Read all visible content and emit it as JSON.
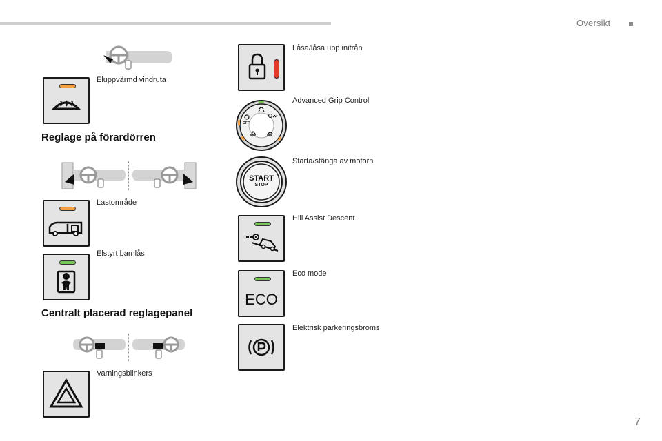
{
  "header": {
    "title": "Översikt"
  },
  "items": {
    "defrost": "Eluppvärmd vindruta",
    "lock": "Låsa/låsa upp inifrån",
    "grip": "Advanced Grip Control",
    "start": "Starta/stänga av motorn",
    "cargo": "Lastområde",
    "hill": "Hill Assist Descent",
    "child_lock": "Elstyrt barnlås",
    "eco": "Eco mode",
    "parking": "Elektrisk parkeringsbroms",
    "hazard": "Varningsblinkers"
  },
  "sections": {
    "driver_door": "Reglage på förardörren",
    "central_panel": "Centralt placerad reglagepanel"
  },
  "buttons": {
    "start_top": "START",
    "start_bottom": "STOP",
    "eco_text": "ECO",
    "grip_off": "OFF"
  },
  "footer": {
    "page": "7"
  },
  "colors": {
    "led_orange": "#f4a040",
    "led_green": "#79c35b",
    "led_red": "#e53a2a",
    "button_bg": "#e4e4e4"
  }
}
